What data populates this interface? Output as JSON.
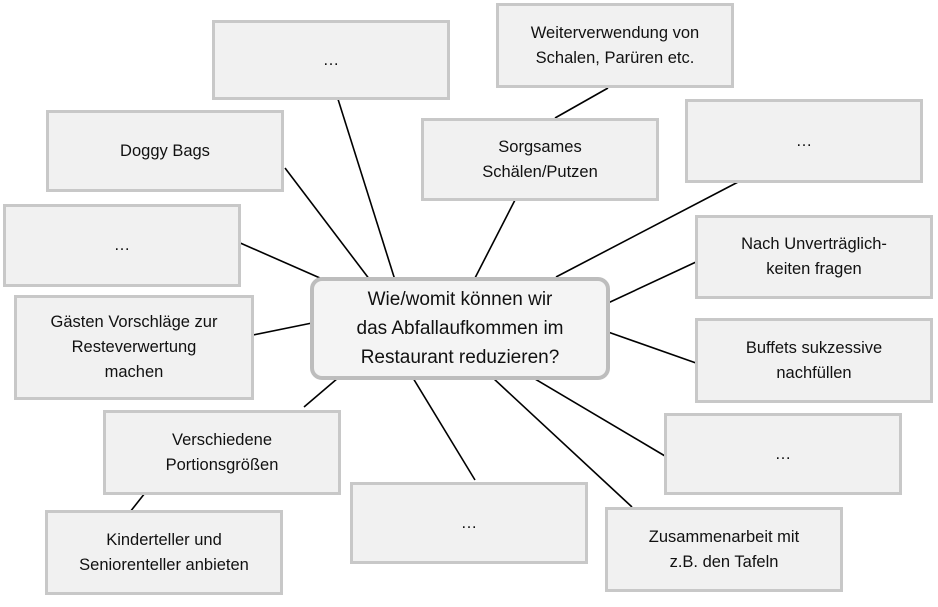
{
  "diagram": {
    "center": {
      "text": "Wie/womit können wir\ndas Abfallaufkommen im\nRestaurant reduzieren?"
    },
    "nodes": {
      "dots_top": {
        "text": "…"
      },
      "weiterverwendung": {
        "text": "Weiterverwendung von\nSchalen, Parüren etc."
      },
      "doggy_bags": {
        "text": "Doggy Bags"
      },
      "sorgsames_schaelen": {
        "text": "Sorgsames\nSchälen/Putzen"
      },
      "dots_top_right": {
        "text": "…"
      },
      "dots_left": {
        "text": "…"
      },
      "unvertraeglichkeiten": {
        "text": "Nach Unverträglich-\nkeiten fragen"
      },
      "resteverwertung": {
        "text": "Gästen Vorschläge zur\nResteverwertung\nmachen"
      },
      "buffets": {
        "text": "Buffets sukzessive\nnachfüllen"
      },
      "portionsgroessen": {
        "text": "Verschiedene\nPortionsgrößen"
      },
      "dots_right": {
        "text": "…"
      },
      "dots_bottom": {
        "text": "…"
      },
      "kinderteller": {
        "text": "Kinderteller und\nSeniorenteller anbieten"
      },
      "tafeln": {
        "text": "Zusammenarbeit mit\nz.B. den Tafeln"
      }
    }
  }
}
